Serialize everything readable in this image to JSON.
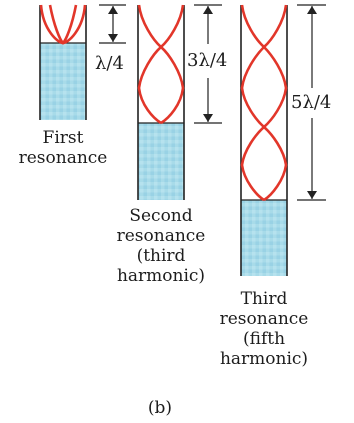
{
  "dimension_labels": {
    "first": "λ/4",
    "second": "3λ/4",
    "third": "5λ/4"
  },
  "tube_labels": {
    "first": [
      "First",
      "resonance"
    ],
    "second": [
      "Second",
      "resonance",
      "(third",
      "harmonic)"
    ],
    "third": [
      "Third",
      "resonance",
      "(fifth",
      "harmonic)"
    ]
  },
  "caption": "(b)",
  "colors": {
    "wave": "#e2362a",
    "water": "#a8dbe9",
    "water_grid": "#8fcce0",
    "tube": "#222222"
  }
}
